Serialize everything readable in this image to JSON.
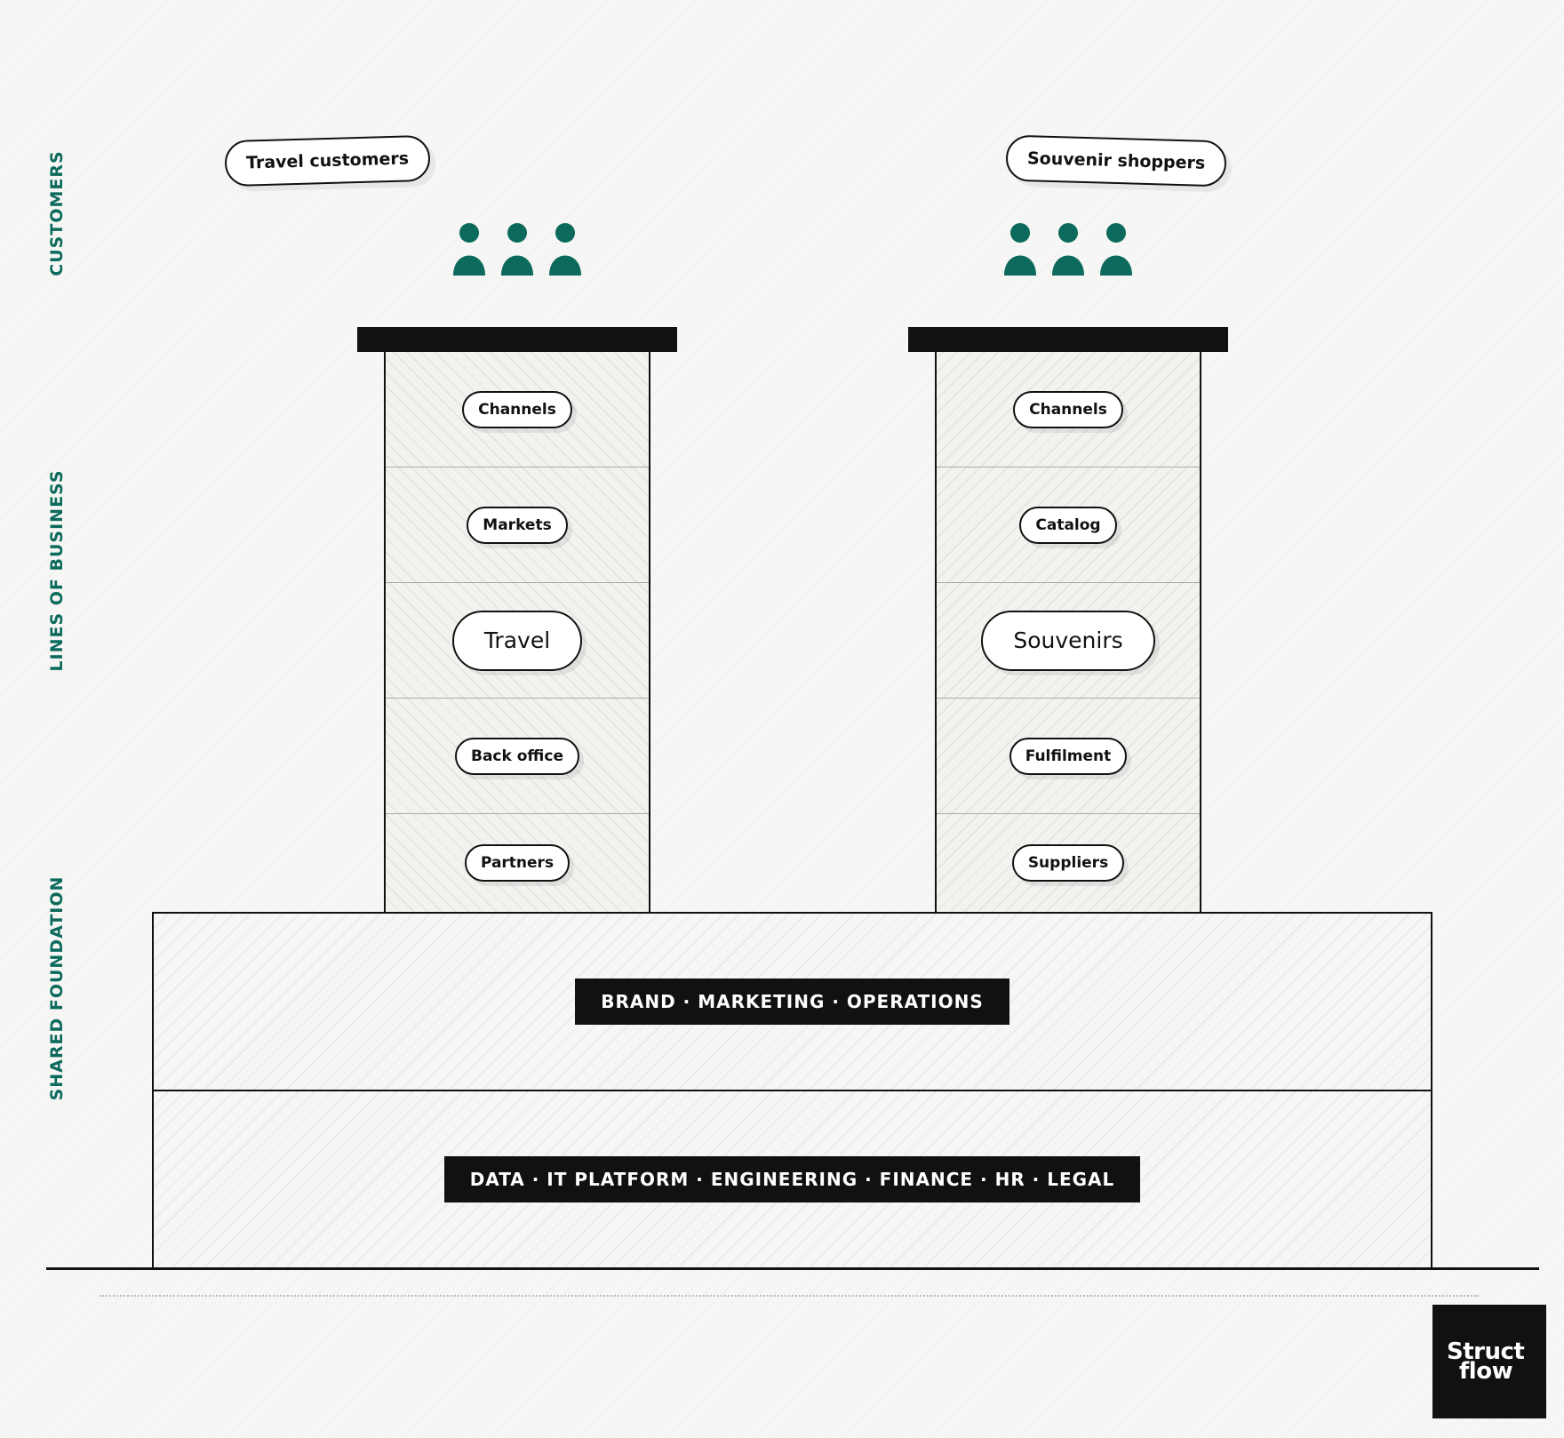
{
  "side_labels": {
    "customers": "CUSTOMERS",
    "lines_of_business": "LINES OF BUSINESS",
    "shared_foundation": "SHARED FOUNDATION"
  },
  "colors": {
    "accent": "#0b6a5c",
    "ink": "#111111",
    "background": "#f6f6f4"
  },
  "towers": [
    {
      "customer_label": "Travel customers",
      "people_icon": "people-group-icon",
      "layers": [
        "Channels",
        "Markets",
        "Travel",
        "Back office",
        "Partners"
      ]
    },
    {
      "customer_label": "Souvenir shoppers",
      "people_icon": "people-group-icon",
      "layers": [
        "Channels",
        "Catalog",
        "Souvenirs",
        "Fulfilment",
        "Suppliers"
      ]
    }
  ],
  "foundation": {
    "top": "BRAND · MARKETING · OPERATIONS",
    "bottom": "DATA · IT PLATFORM · ENGINEERING · FINANCE · HR · LEGAL"
  },
  "logo": {
    "line1": "Struct",
    "line2": "flow"
  }
}
